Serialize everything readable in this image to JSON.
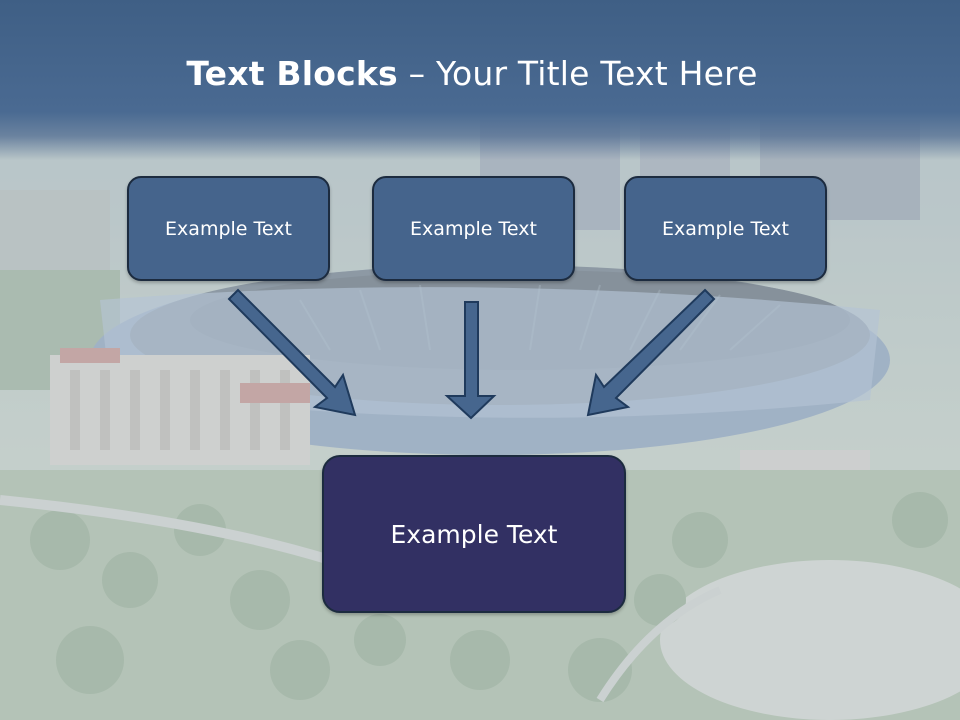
{
  "slide": {
    "title_bold": "Text Blocks",
    "title_rest": " – Your Title Text Here",
    "boxes": [
      {
        "label": "Example Text"
      },
      {
        "label": "Example Text"
      },
      {
        "label": "Example Text"
      }
    ],
    "main_box": {
      "label": "Example Text"
    }
  },
  "colors": {
    "header": "#3f5f85",
    "box_fill": "#45648c",
    "main_box_fill": "#323063",
    "border": "#1c2b3f",
    "arrow_fill": "#46668e",
    "text": "#ffffff"
  },
  "background": {
    "subject": "stadium-aerial-photo"
  }
}
